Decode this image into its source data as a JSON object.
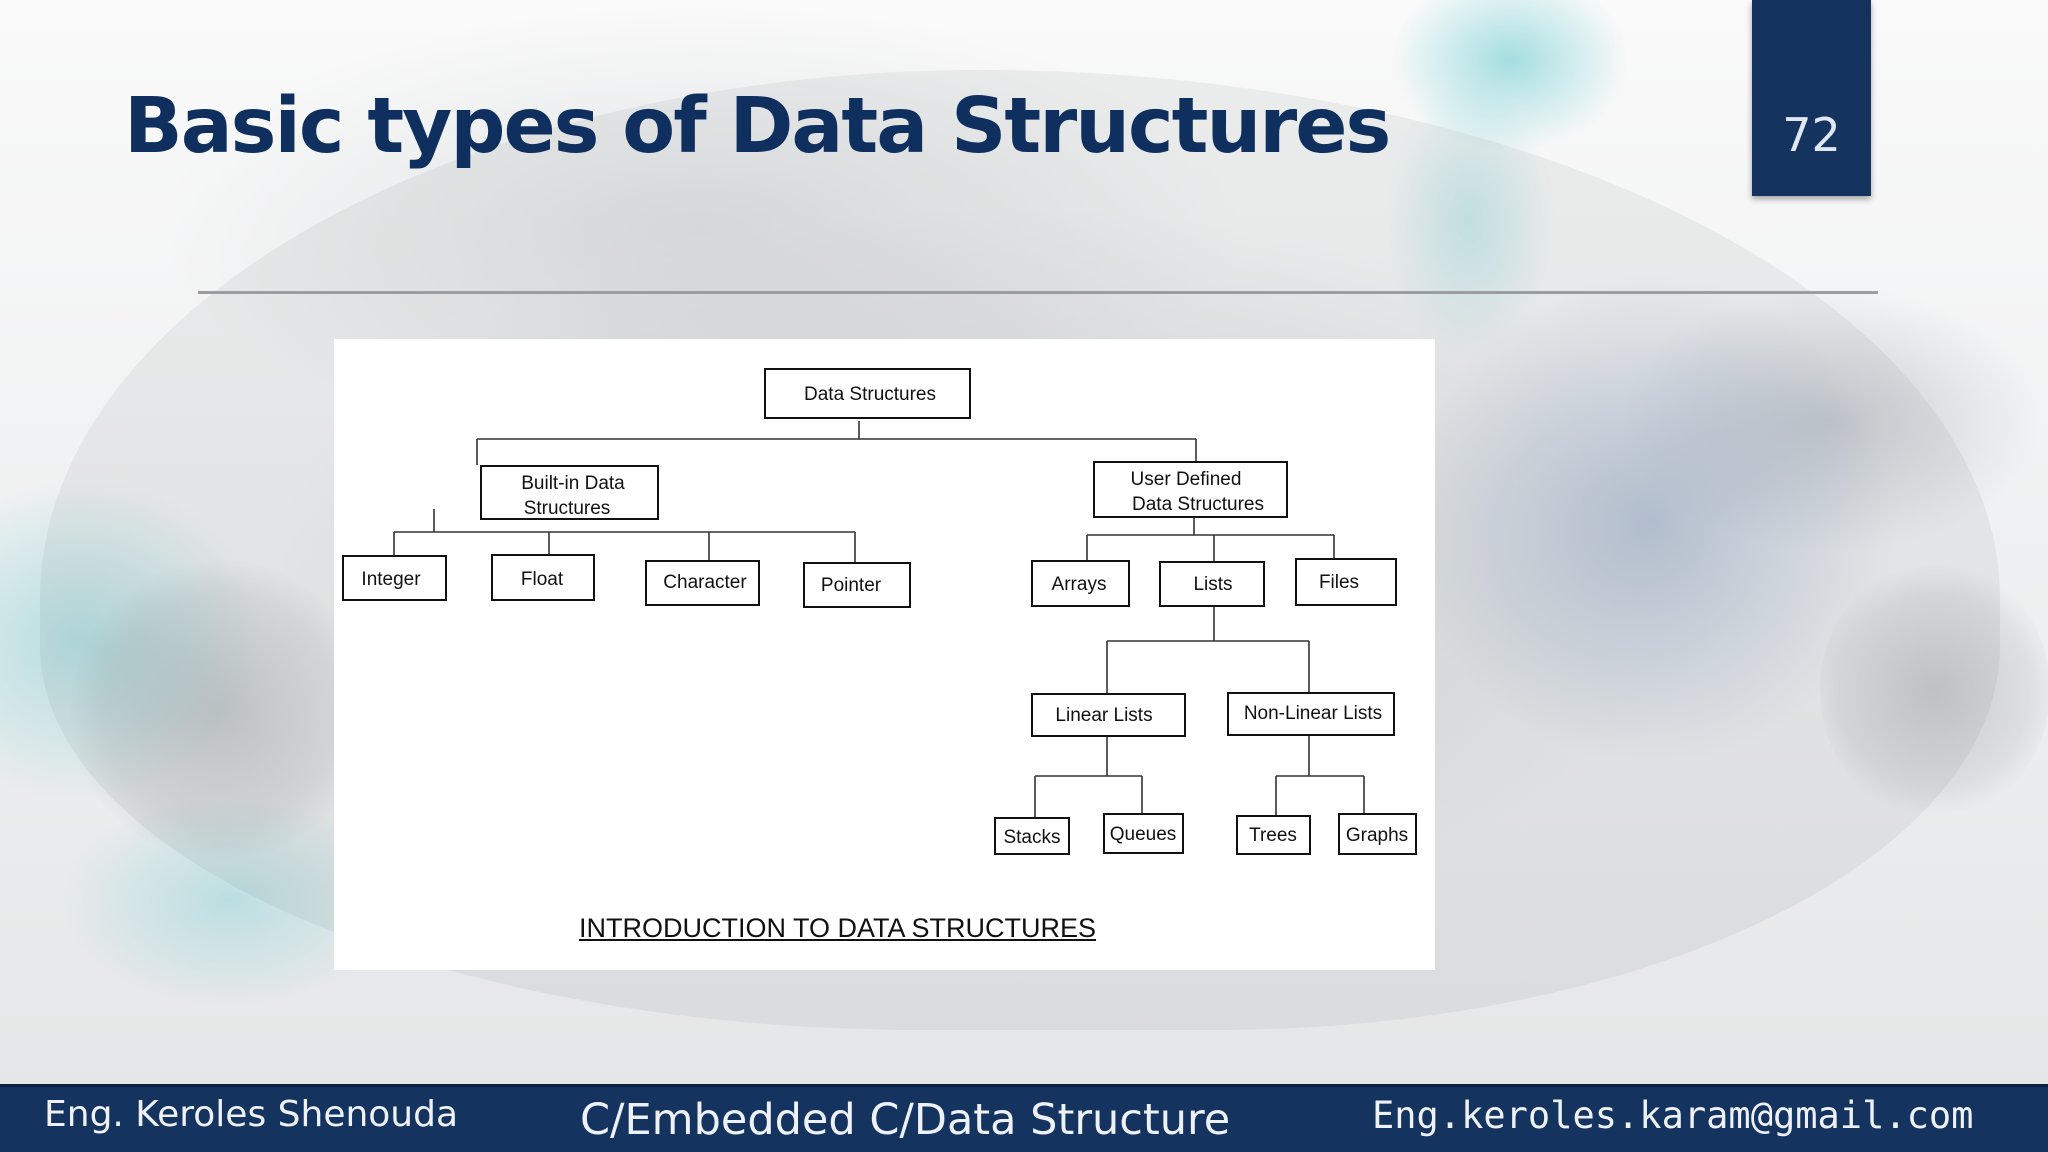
{
  "slide": {
    "title": "Basic types of Data Structures",
    "page_number": "72"
  },
  "diagram": {
    "root": "Data Structures",
    "builtin": {
      "label_line1": "Built-in Data",
      "label_line2": "Structures",
      "children": [
        "Integer",
        "Float",
        "Character",
        "Pointer"
      ]
    },
    "user_defined": {
      "label_line1": "User Defined",
      "label_line2": "Data Structures",
      "children": [
        "Arrays",
        "Lists",
        "Files"
      ]
    },
    "lists": {
      "children": [
        "Linear Lists",
        "Non-Linear Lists"
      ]
    },
    "linear_lists": {
      "children": [
        "Stacks",
        "Queues"
      ]
    },
    "non_linear_lists": {
      "children": [
        "Trees",
        "Graphs"
      ]
    },
    "caption": "INTRODUCTION TO DATA STRUCTURES"
  },
  "footer": {
    "author": "Eng. Keroles Shenouda",
    "course": "C/Embedded C/Data Structure",
    "email": "Eng.keroles.karam@gmail.com"
  },
  "colors": {
    "title": "#0f2f5e",
    "footer_background": "#14335e",
    "page_tab_background": "#14335e"
  }
}
